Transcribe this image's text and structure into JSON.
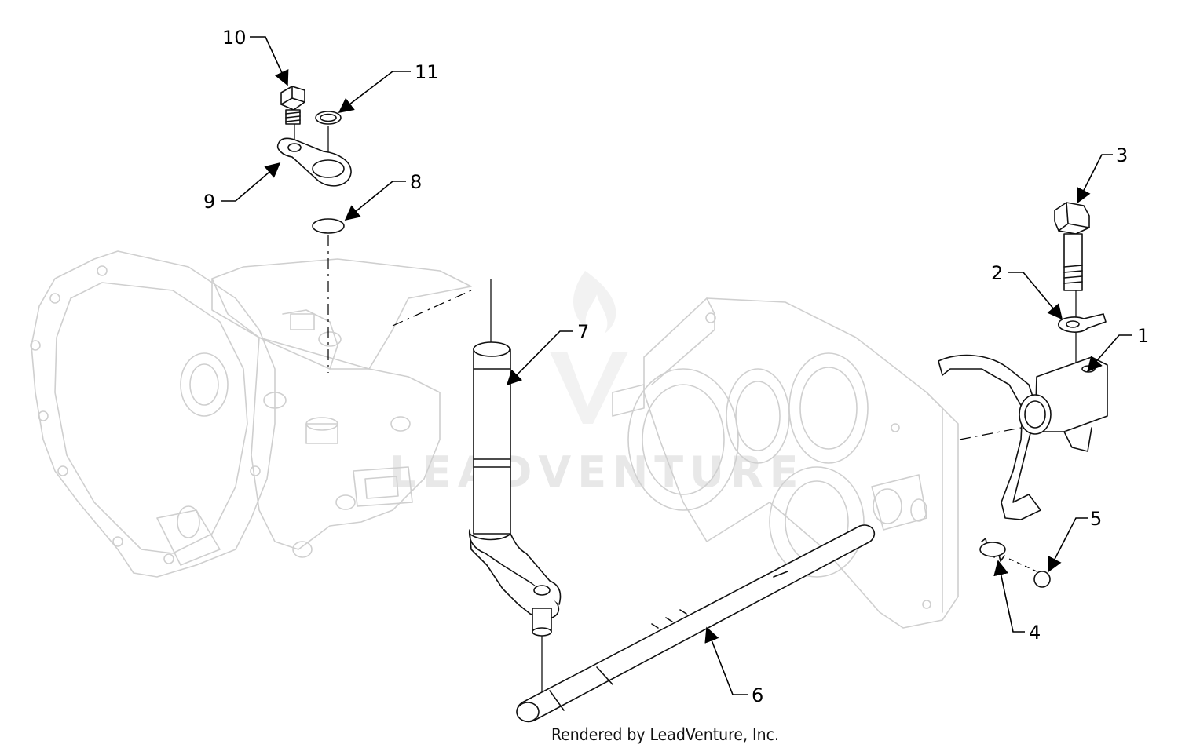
{
  "watermark": {
    "text": "LEADVENTURE"
  },
  "credit": "Rendered by LeadVenture, Inc.",
  "callouts": [
    {
      "id": "1",
      "label": "1"
    },
    {
      "id": "2",
      "label": "2"
    },
    {
      "id": "3",
      "label": "3"
    },
    {
      "id": "4",
      "label": "4"
    },
    {
      "id": "5",
      "label": "5"
    },
    {
      "id": "6",
      "label": "6"
    },
    {
      "id": "7",
      "label": "7"
    },
    {
      "id": "8",
      "label": "8"
    },
    {
      "id": "9",
      "label": "9"
    },
    {
      "id": "10",
      "label": "10"
    },
    {
      "id": "11",
      "label": "11"
    }
  ],
  "colors": {
    "ghost_outline": "#cfcfcf",
    "part_outline": "#111111",
    "leader": "#000000"
  }
}
